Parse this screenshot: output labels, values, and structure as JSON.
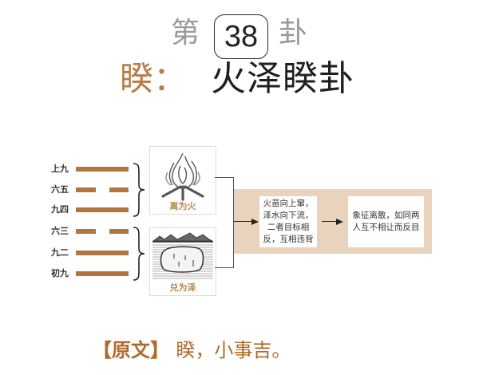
{
  "header": {
    "prefix": "第",
    "number": "38",
    "suffix": "卦",
    "short_name": "睽：",
    "full_name": "火泽睽卦"
  },
  "colors": {
    "accent": "#b67d47",
    "bar": "#b2753c",
    "band": "#e9d3bd",
    "caption": "#b98a4e",
    "gray": "#9a9a9a",
    "text_dark": "#1f1f1f"
  },
  "hexagram": {
    "lines": [
      {
        "label": "上九",
        "type": "yang"
      },
      {
        "label": "六五",
        "type": "yin"
      },
      {
        "label": "九四",
        "type": "yang"
      },
      {
        "label": "六三",
        "type": "yin"
      },
      {
        "label": "九二",
        "type": "yang"
      },
      {
        "label": "初九",
        "type": "yang"
      }
    ],
    "upper_trigram": {
      "icon": "fire-icon",
      "caption": "离为火"
    },
    "lower_trigram": {
      "icon": "marsh-icon",
      "caption": "兑为泽"
    }
  },
  "flow": {
    "step1": "火苗向上窜，泽水向下流，二者目标相反，互相违背",
    "step1_lines": [
      "火苗向上窜，",
      "泽水向下流，",
      "二者目标相",
      "反，互相违背"
    ],
    "step2_lines": [
      "象征离散，如同两",
      "人互不相让而反目"
    ]
  },
  "original_text": {
    "label": "【原文】",
    "body": "睽，小事吉。"
  }
}
